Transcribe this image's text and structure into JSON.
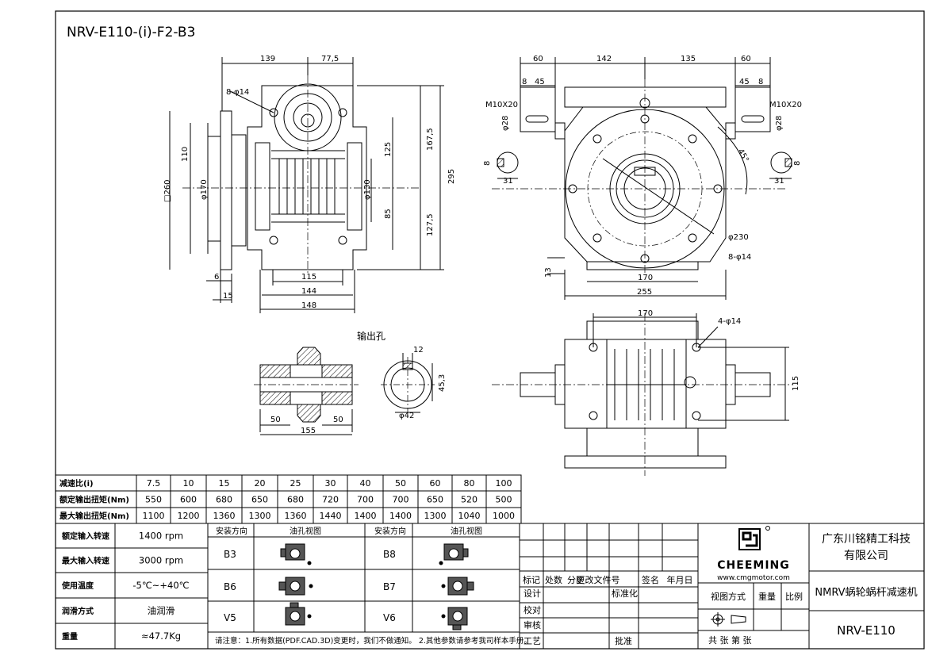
{
  "drawing_title": "NRV-E110-(i)-F2-B3",
  "views": {
    "side": {
      "dims": {
        "d139": "139",
        "d77_5": "77,5",
        "d8_phi14": "8-φ14",
        "d110": "110",
        "d260": "□260",
        "d170": "φ170",
        "d125": "125",
        "d167_5": "167,5",
        "d295": "295",
        "d130": "φ130",
        "d85": "85",
        "d127_5": "127,5",
        "d6": "6",
        "d15": "15",
        "d115": "115",
        "d144": "144",
        "d148": "148"
      }
    },
    "front": {
      "dims": {
        "d60a": "60",
        "d142": "142",
        "d135": "135",
        "d60b": "60",
        "d8a": "8",
        "d45a": "45",
        "d45b": "45",
        "d8b": "8",
        "m10a": "M10X20",
        "m10b": "M10X20",
        "phi28a": "φ28",
        "phi28b": "φ28",
        "key8": "8",
        "key31a": "31",
        "key31b": "31",
        "key8b": "8",
        "ang45": "45°",
        "phi230": "φ230",
        "d8_phi14": "8-φ14",
        "d13": "13",
        "d170": "170",
        "d255": "255"
      }
    },
    "bore": {
      "label": "输出孔",
      "dims": {
        "d50a": "50",
        "d50b": "50",
        "d155": "155",
        "d12": "12",
        "d45_3": "45,3",
        "phi42": "φ42"
      }
    },
    "top": {
      "dims": {
        "d170": "170",
        "d4_phi14": "4-φ14",
        "d115": "115"
      }
    }
  },
  "spec_table": {
    "rows": [
      {
        "label": "减速比(i)",
        "values": [
          "7.5",
          "10",
          "15",
          "20",
          "25",
          "30",
          "40",
          "50",
          "60",
          "80",
          "100"
        ]
      },
      {
        "label": "额定输出扭矩(Nm)",
        "values": [
          "550",
          "600",
          "680",
          "650",
          "680",
          "720",
          "700",
          "700",
          "650",
          "520",
          "500"
        ]
      },
      {
        "label": "最大输出扭矩(Nm)",
        "values": [
          "1100",
          "1200",
          "1360",
          "1300",
          "1360",
          "1440",
          "1400",
          "1400",
          "1300",
          "1040",
          "1000"
        ]
      }
    ]
  },
  "info_table": [
    {
      "label": "额定输入转速",
      "value": "1400 rpm"
    },
    {
      "label": "最大输入转速",
      "value": "3000 rpm"
    },
    {
      "label": "使用温度",
      "value": "-5℃~+40℃"
    },
    {
      "label": "润滑方式",
      "value": "油润滑"
    },
    {
      "label": "重量",
      "value": "≈47.7Kg"
    }
  ],
  "mounting": {
    "header_dir": "安装方向",
    "header_view": "油孔视图",
    "left": [
      "B3",
      "B6",
      "V5"
    ],
    "right": [
      "B8",
      "B7",
      "V6"
    ],
    "note": "请注意：1.所有数据(PDF.CAD.3D)变更时，我们不做通知。 2.其他参数请参考我司样本手册。"
  },
  "title_block": {
    "revision_headers": [
      "标记",
      "处数",
      "分区",
      "更改文件号",
      "签名",
      "年月日"
    ],
    "rows": [
      "设计",
      "校对",
      "审核",
      "工艺"
    ],
    "standardize": "标准化",
    "approve": "批准",
    "logo_text": "CHEEMING",
    "url": "www.cmgmotor.com",
    "company": "广东川铭精工科技有限公司",
    "company_line1": "广东川铭精工科技",
    "company_line2": "有限公司",
    "product_name": "NMRV蜗轮蜗杆减速机",
    "view_mode": "视图方式",
    "weight": "重量",
    "scale": "比例",
    "sheet_of": "共  张 第  张",
    "model": "NRV-E110"
  },
  "colors": {
    "line": "#000000",
    "hatch": "#000000",
    "bg": "#ffffff"
  }
}
